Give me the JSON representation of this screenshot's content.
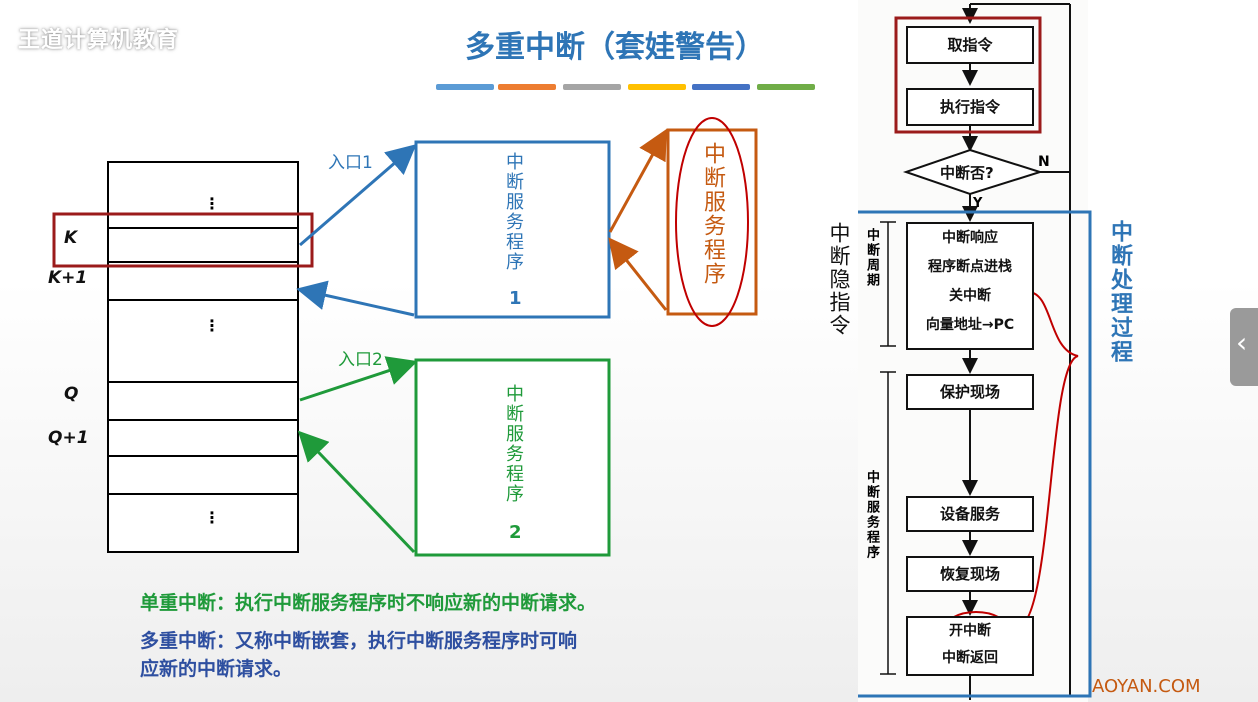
{
  "watermark": "王道计算机教育",
  "title": "多重中断（套娃警告）",
  "colors": [
    "#5b9bd5",
    "#ed7d31",
    "#a5a5a5",
    "#ffc000",
    "#4472c4",
    "#70ad47"
  ],
  "memory": {
    "dots": "⋮",
    "labels": {
      "k": "K",
      "k1": "K+1",
      "q": "Q",
      "q1": "Q+1"
    }
  },
  "entries": {
    "entry1": "入口1",
    "entry2": "入口2"
  },
  "isr1": {
    "text": "中断服务程序",
    "num": "1"
  },
  "isr2": {
    "text": "中断服务程序",
    "num": "2"
  },
  "nested_isr": "中断服务程序",
  "notes": {
    "single": "单重中断：执行中断服务程序时不响应新的中断请求。",
    "multi_line1": "多重中断：又称中断嵌套，执行中断服务程序时可响",
    "multi_line2": "应新的中断请求。"
  },
  "flow": {
    "fetch": "取指令",
    "execute": "执行指令",
    "interrupt_q": "中断否?",
    "n": "N",
    "y": "Y",
    "response": [
      "中断响应",
      "程序断点进栈",
      "关中断",
      "向量地址→PC"
    ],
    "save": "保护现场",
    "service": "设备服务",
    "restore": "恢复现场",
    "open": "开中断",
    "ret": "中断返回",
    "cycle_label": "中断周期",
    "isr_label": "中断服务程序",
    "hidden_label": "中断隐指令",
    "process_label": "中断处理过程"
  },
  "footer": "AOYAN.COM"
}
